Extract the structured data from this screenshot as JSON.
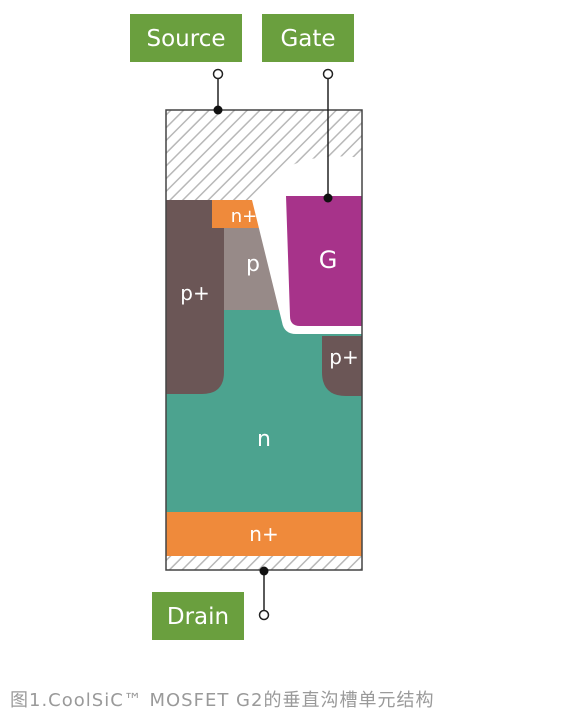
{
  "terminals": {
    "source": "Source",
    "gate": "Gate",
    "drain": "Drain"
  },
  "regions": {
    "source_n_plus": "n+",
    "p_body": "p",
    "left_p_plus": "p+",
    "right_p_plus": "p+",
    "gate": "G",
    "drift_n": "n",
    "substrate_n_plus": "n+"
  },
  "caption": "图1.CoolSiC™  MOSFET G2的垂直沟槽单元结构",
  "colors": {
    "terminal_label_bg": "#6a9f3e",
    "terminal_label_text": "#ffffff",
    "p_plus": "#6b5656",
    "p": "#978a88",
    "n_plus": "#ef8a3b",
    "n_drift": "#4ca38f",
    "gate": "#a7338a",
    "metal_hatch": "#b8b8b8",
    "outline": "#444444"
  }
}
